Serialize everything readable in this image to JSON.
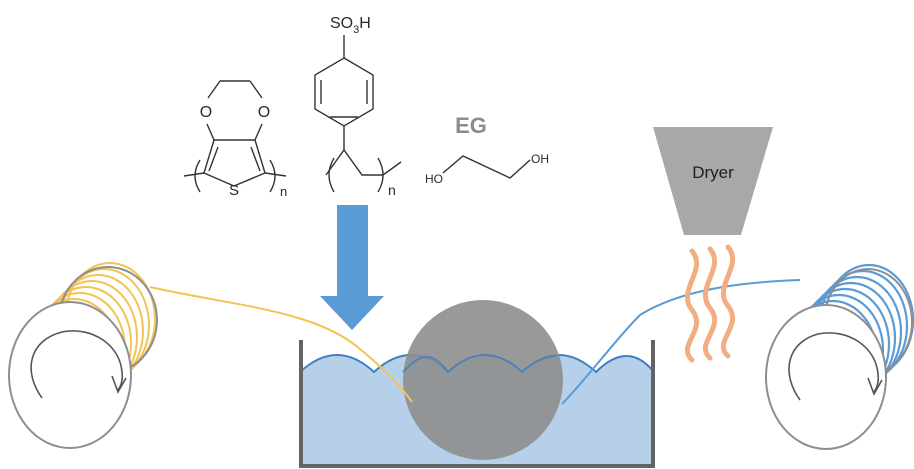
{
  "molecules": {
    "pedot": {
      "oxygen_left": "O",
      "oxygen_right": "O",
      "sulfur": "S",
      "repeat_n": "n"
    },
    "pss": {
      "sulfonic_group": "SO",
      "sulfonic_sub": "3",
      "sulfonic_h": "H",
      "repeat_n": "n"
    },
    "ethylene_glycol": {
      "label": "EG",
      "ho_left": "HO",
      "oh_right": "OH"
    }
  },
  "dryer": {
    "label": "Dryer"
  },
  "colors": {
    "arrow": "#5b9bd5",
    "bath_liquid": "#b7d0ea",
    "bath_wave": "#3f7fc1",
    "bath_wall": "#636363",
    "roller": "#8e8e8e",
    "yarn_uncoated": "#f2c451",
    "yarn_coated": "#5b9bd5",
    "heat_waves": "#f2ad82",
    "dryer_body": "#a8a8a8"
  }
}
